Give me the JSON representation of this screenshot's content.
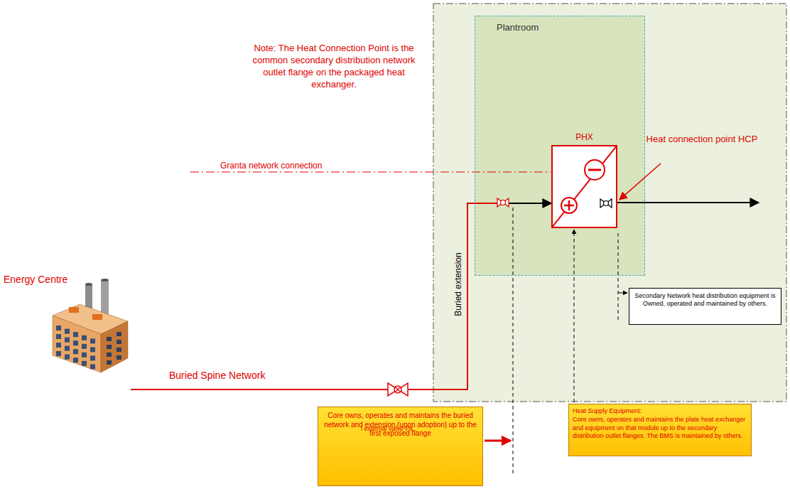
{
  "diagram": {
    "nodes": [
      {
        "text": [
          "Energy Centre"
        ]
      },
      {
        "text": [
          "Plantroom"
        ]
      },
      {
        "text": [
          "PHX"
        ],
        "in": 1
      },
      {
        "text": [
          "Secondary Network heat distribution equipment is Owned, operated and maintained by others."
        ]
      },
      {
        "text": [
          "Core owns, operates and maintains the buried network and extension (upon adoption) up to the first exposed flange"
        ]
      },
      {
        "text": [
          "Heat Supply Equipment:",
          "Core owns, operates and maintains the plate heat exchanger and equipment on that module up to the secondary distribution outlet flanges. The BMS is maintained by others."
        ]
      }
    ],
    "edges": [
      {
        "from": 0,
        "to": 2,
        "arrow": "to",
        "label": "Buried Spine Network"
      }
    ],
    "labels": [
      "Note: The Heat Connection Point is the common secondary distribution network outlet flange on the packaged heat exchanger.",
      "Granta network connection",
      "Heat connection point HCP",
      "Buried extension",
      "l external valve Pit"
    ]
  }
}
